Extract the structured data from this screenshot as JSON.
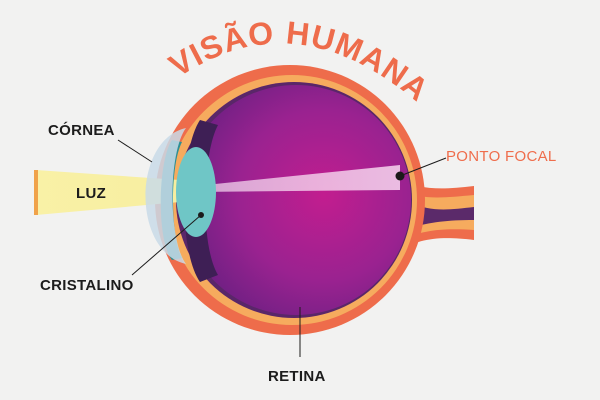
{
  "title": "VISÃO HUMANA",
  "labels": {
    "cornea": "CÓRNEA",
    "luz": "LUZ",
    "cristalino": "CRISTALINO",
    "retina": "RETINA",
    "ponto_focal": "PONTO FOCAL"
  },
  "colors": {
    "background": "#f2f2f1",
    "title": "#ee6c4b",
    "sclera": "#ee6c4b",
    "retina_band": "#f6ab5e",
    "vitreous": "#b3238f",
    "lens": "#6fc6c6",
    "cornea": "#c9dbe8",
    "light_beam": "#f9f1a6",
    "ponto_focal_text": "#ef6d4c"
  }
}
